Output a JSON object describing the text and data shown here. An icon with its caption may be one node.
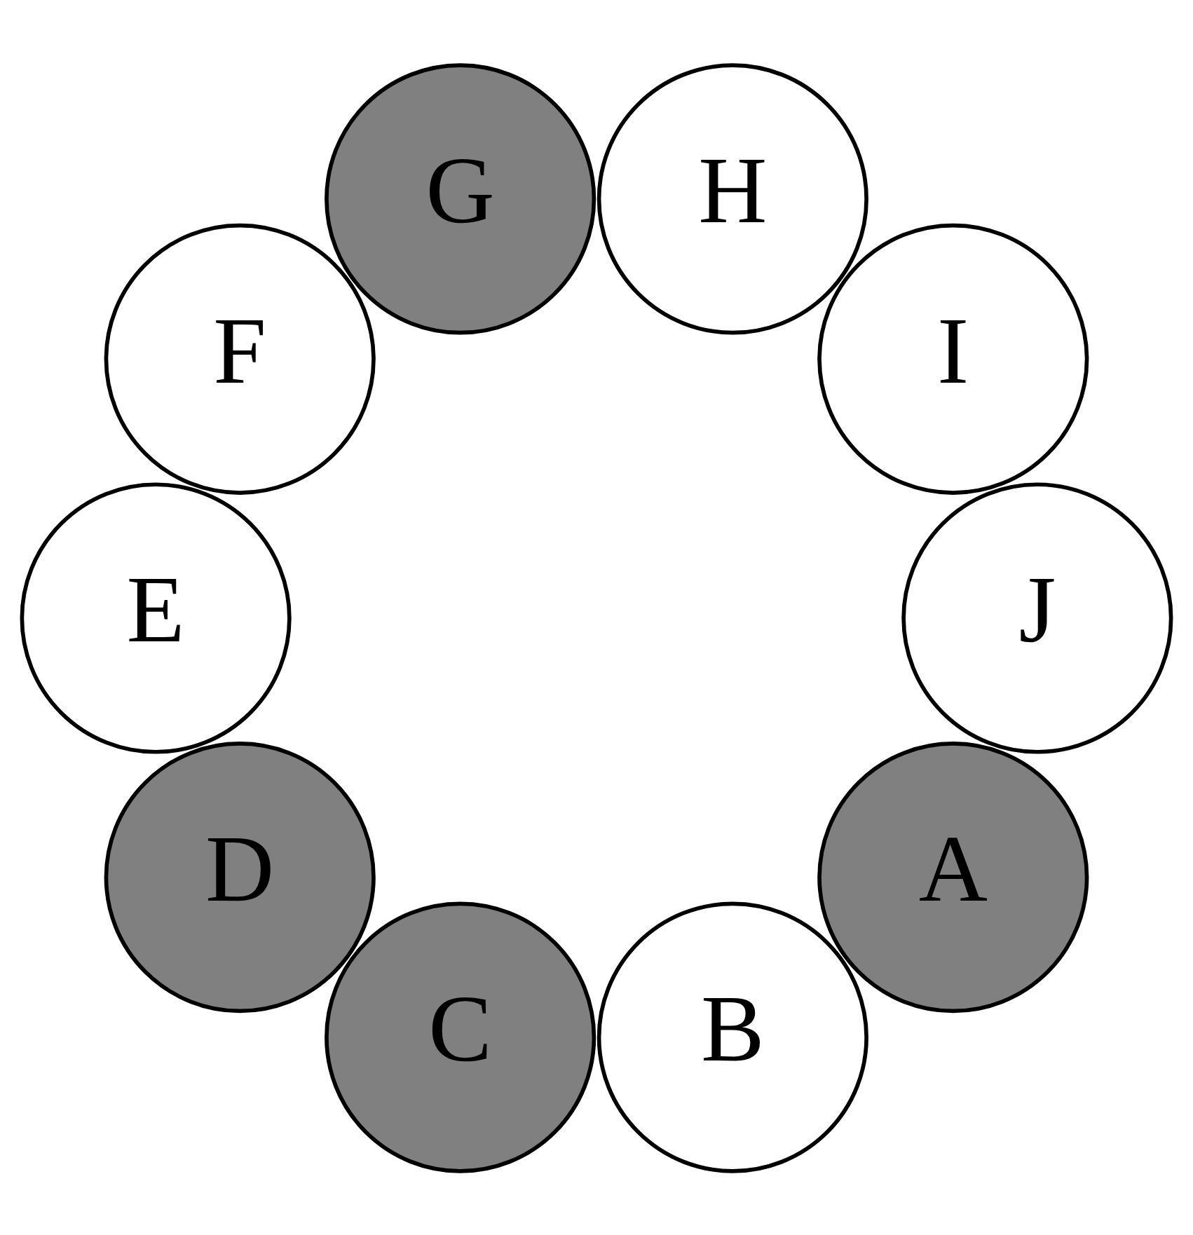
{
  "diagram": {
    "nodes": [
      {
        "text": [
          "A"
        ]
      },
      {
        "text": [
          "B"
        ]
      },
      {
        "text": [
          "C"
        ]
      },
      {
        "text": [
          "D"
        ]
      },
      {
        "text": [
          "E"
        ]
      },
      {
        "text": [
          "F"
        ]
      },
      {
        "text": [
          "G"
        ]
      },
      {
        "text": [
          "H"
        ]
      },
      {
        "text": [
          "I"
        ]
      },
      {
        "text": [
          "J"
        ]
      }
    ]
  }
}
